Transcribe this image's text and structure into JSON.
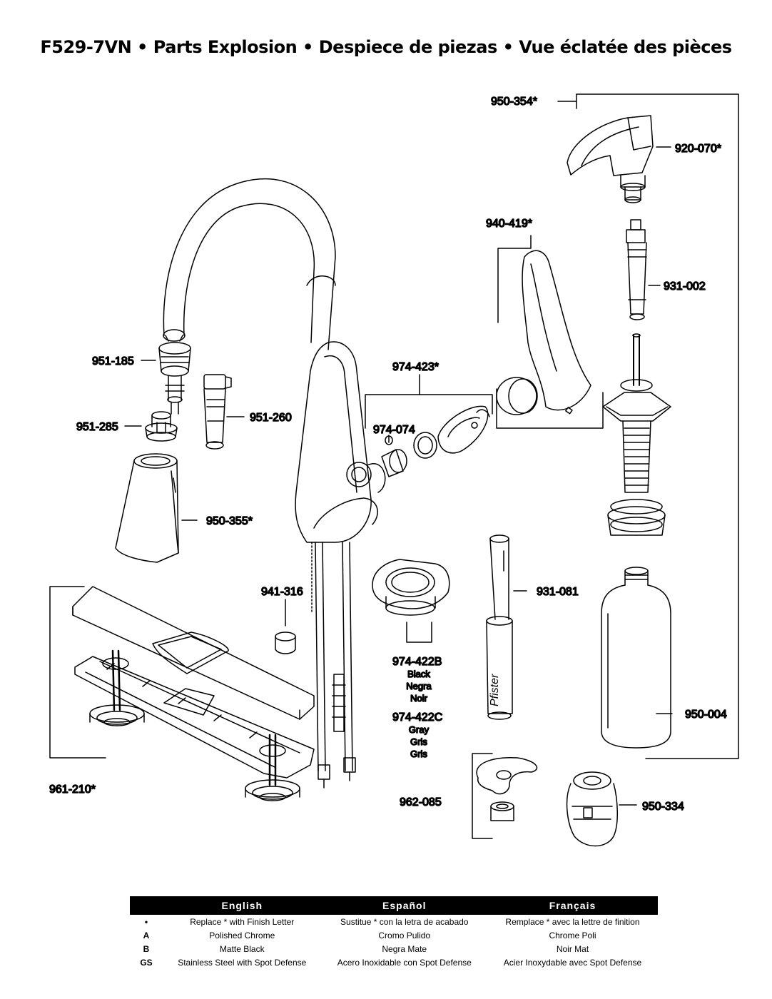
{
  "title": "F529-7VN • Parts Explosion • Despiece de piezas • Vue éclatée des pièces",
  "parts": {
    "p950_354": "950-354*",
    "p920_070": "920-070*",
    "p940_419": "940-419*",
    "p931_002": "931-002",
    "p951_185": "951-185",
    "p974_423": "974-423*",
    "p951_285": "951-285",
    "p951_260": "951-260",
    "p974_074": "974-074",
    "p950_355": "950-355*",
    "p941_316": "941-316",
    "p931_081": "931-081",
    "p974_422b": "974-422B",
    "p974_422b_en": "Black",
    "p974_422b_es": "Negra",
    "p974_422b_fr": "Noir",
    "p974_422c": "974-422C",
    "p974_422c_en": "Gray",
    "p974_422c_es": "Gris",
    "p974_422c_fr": "Gris",
    "p950_004": "950-004",
    "p961_210": "961-210*",
    "p962_085": "962-085",
    "p950_334": "950-334",
    "brand_mark": "Pfister"
  },
  "legend": {
    "headers": [
      "English",
      "Español",
      "Français"
    ],
    "rows": [
      {
        "key": "•",
        "en": "Replace * with Finish Letter",
        "es": "Sustitue * con la letra de acabado",
        "fr": "Remplace * avec la lettre de finition"
      },
      {
        "key": "A",
        "en": "Polished Chrome",
        "es": "Cromo Pulido",
        "fr": "Chrome Poli"
      },
      {
        "key": "B",
        "en": "Matte Black",
        "es": "Negra Mate",
        "fr": "Noir Mat"
      },
      {
        "key": "GS",
        "en": "Stainless Steel with Spot Defense",
        "es": "Acero Inoxidable con Spot Defense",
        "fr": "Acier Inoxydable avec Spot Defense"
      }
    ]
  },
  "colors": {
    "ink": "#000000",
    "header_bg": "#000000",
    "header_text": "#ffffff"
  }
}
